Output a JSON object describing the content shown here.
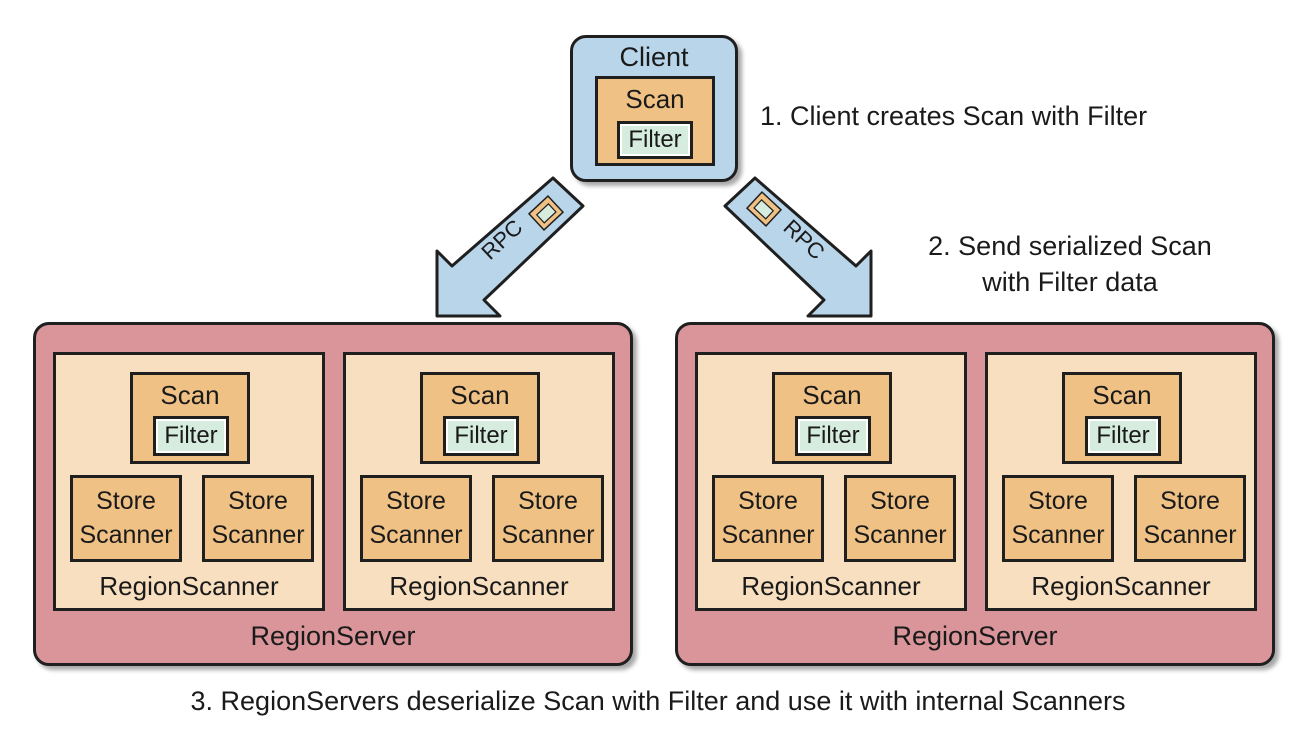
{
  "client": {
    "title": "Client",
    "scan": "Scan",
    "filter": "Filter"
  },
  "arrows": [
    {
      "label": "RPC"
    },
    {
      "label": "RPC"
    }
  ],
  "steps": {
    "step1": "1. Client creates Scan with Filter",
    "step2_line1": "2. Send serialized Scan",
    "step2_line2": "with Filter data",
    "step3": "3. RegionServers deserialize Scan with Filter and use it with internal Scanners"
  },
  "labels": {
    "scan": "Scan",
    "filter": "Filter",
    "store_line1": "Store",
    "store_line2": "Scanner",
    "region_scanner": "RegionScanner",
    "region_server": "RegionServer"
  },
  "colors": {
    "client_fill": "#b9d5ea",
    "scan_fill": "#f0c185",
    "filter_fill": "#d5ecdf",
    "region_fill": "#f8dfc0",
    "server_fill": "#d9959a"
  }
}
